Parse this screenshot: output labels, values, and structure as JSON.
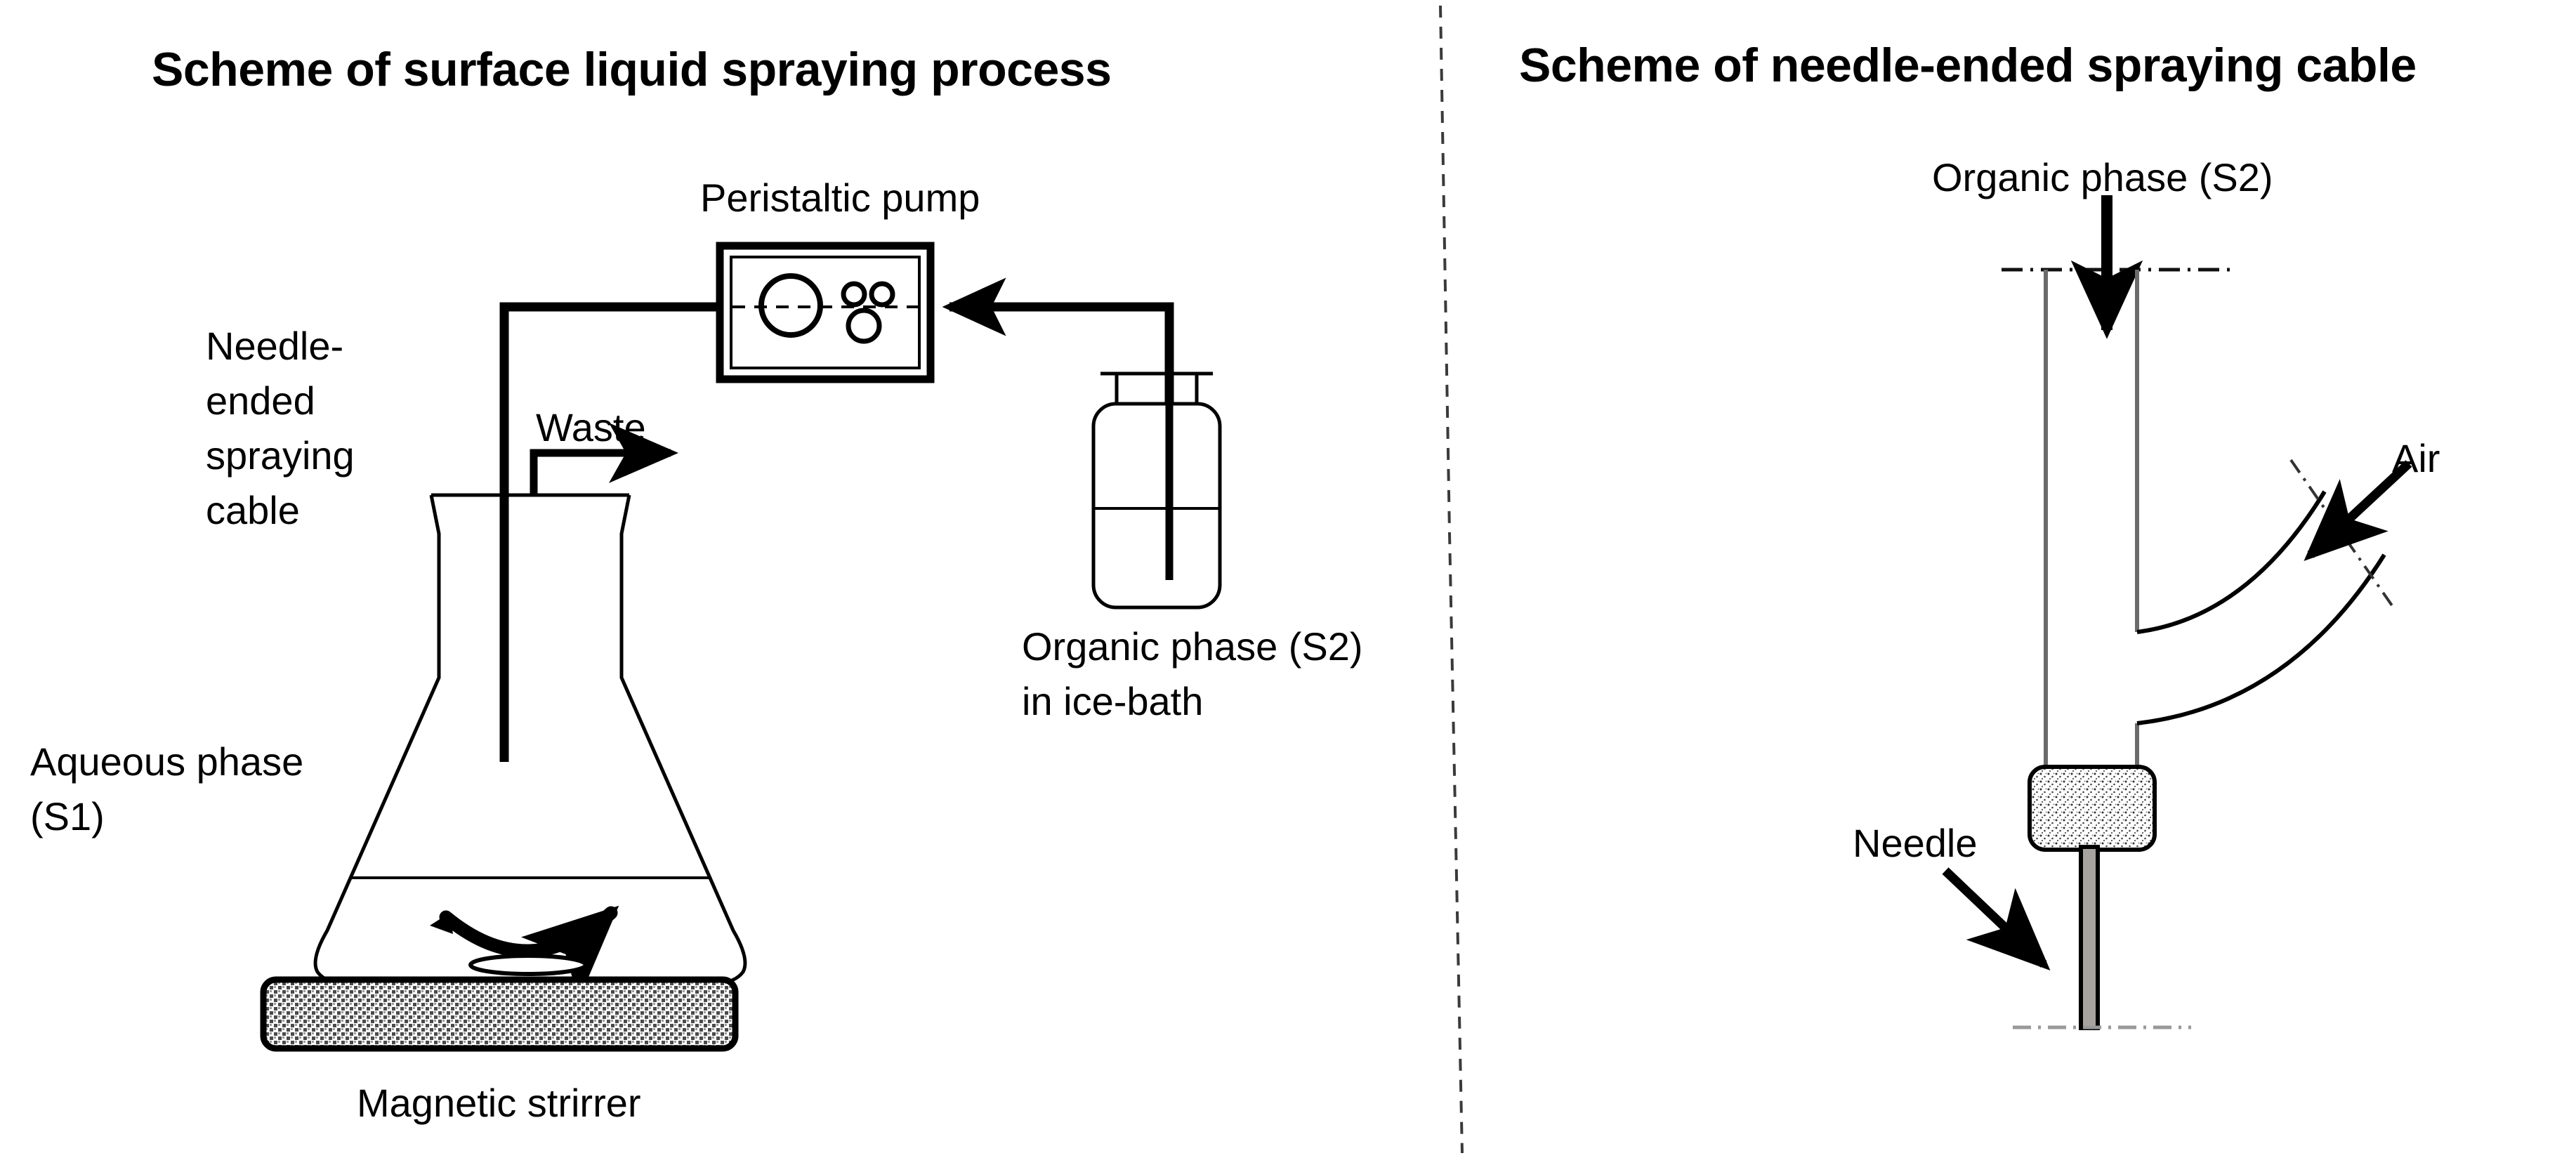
{
  "figure": {
    "background_color": "#ffffff",
    "stroke_color": "#000000",
    "needle_fill": "#a8a39e",
    "stirrer_fill": "#8f8f8f",
    "hub_fill": "#fdfdfd",
    "divider": "dashed-vertical-divider"
  },
  "panels": [
    {
      "id": "left",
      "title": "Scheme of surface liquid spraying process",
      "labels": {
        "pump": "Peristaltic pump",
        "cable_line1": "Needle-",
        "cable_line2": "ended",
        "cable_line3": "spraying",
        "cable_line4": "cable",
        "waste": "Waste",
        "aqueous_line1": "Aqueous phase",
        "aqueous_line2": "(S1)",
        "organic_line1": "Organic phase (S2)",
        "organic_line2": "in ice-bath",
        "stirrer": "Magnetic strirrer"
      },
      "components": [
        "peristaltic-pump",
        "erlenmeyer-flask",
        "magnetic-stirrer",
        "reagent-bottle",
        "needle-ended-spraying-cable",
        "waste-outlet-tube"
      ]
    },
    {
      "id": "right",
      "title": "Scheme of needle-ended spraying cable",
      "labels": {
        "organic": "Organic phase (S2)",
        "air": "Air",
        "needle": "Needle"
      },
      "components": [
        "cable-body",
        "air-side-arm",
        "needle-hub",
        "needle-shaft"
      ]
    }
  ]
}
